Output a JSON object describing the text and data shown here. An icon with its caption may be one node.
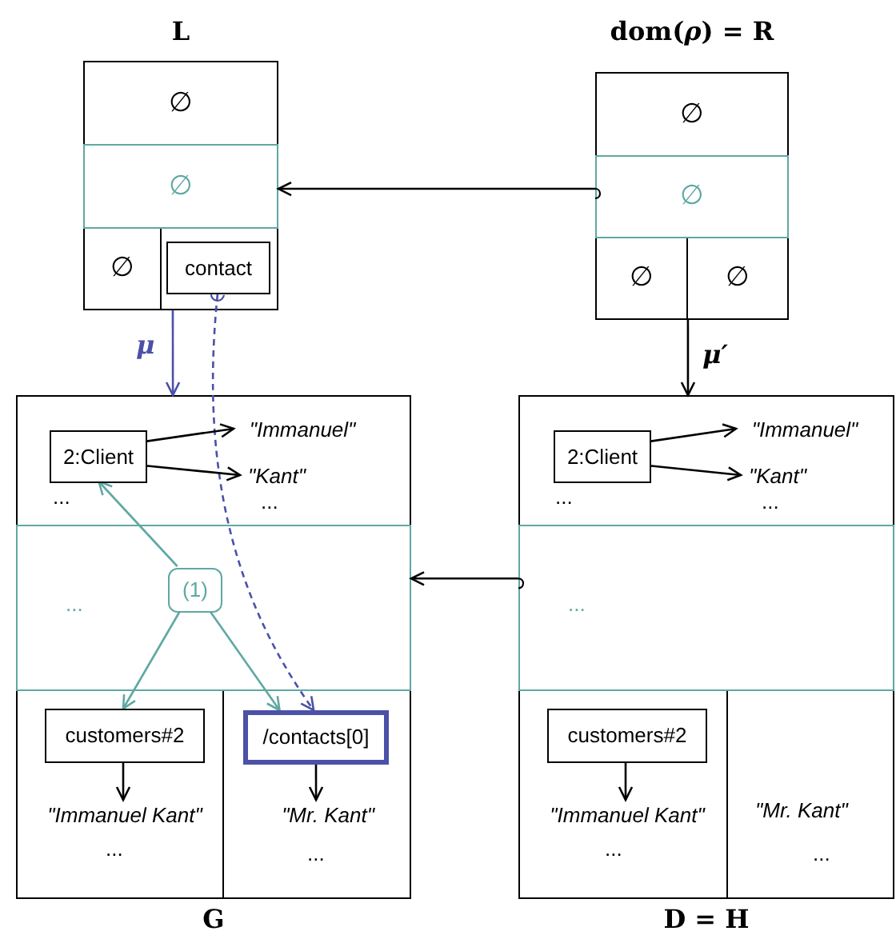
{
  "diagram": {
    "nodes": [
      {
        "text": [
          "L"
        ]
      },
      {
        "text": [
          "∅"
        ],
        "in": 0
      },
      {
        "text": [
          "∅"
        ],
        "in": 0
      },
      {
        "text": [
          "∅"
        ],
        "in": 0
      },
      {
        "text": [],
        "shape": "box",
        "in": 0
      },
      {
        "text": [
          "contact"
        ],
        "in": 4
      },
      {
        "text": [
          "dom(*ρ*) = R"
        ]
      },
      {
        "text": [
          "∅"
        ],
        "in": 6
      },
      {
        "text": [
          "∅"
        ],
        "in": 6
      },
      {
        "text": [
          "∅"
        ],
        "in": 6
      },
      {
        "text": [
          "∅"
        ],
        "in": 6
      },
      {
        "text": [
          "G"
        ]
      },
      {
        "text": [
          "...",
          "..."
        ],
        "in": 11
      },
      {
        "text": [
          "2:Client"
        ],
        "in": 12
      },
      {
        "text": [
          "\"Immanuel\""
        ],
        "in": 12
      },
      {
        "text": [
          "\"Kant\""
        ],
        "in": 12
      },
      {
        "text": [
          "..."
        ],
        "in": 11
      },
      {
        "text": [
          "(1)"
        ],
        "in": 16
      },
      {
        "text": [
          "..."
        ],
        "in": 11
      },
      {
        "text": [
          "customers#2"
        ],
        "in": 18
      },
      {
        "text": [
          "\"Immanuel Kant\""
        ],
        "in": 18
      },
      {
        "text": [
          "..."
        ],
        "in": 11
      },
      {
        "text": [
          "/contacts[0]"
        ],
        "in": 21
      },
      {
        "text": [
          "\"Mr. Kant\""
        ],
        "in": 21
      },
      {
        "text": [
          "D = H"
        ]
      },
      {
        "text": [
          "...",
          "..."
        ],
        "in": 24
      },
      {
        "text": [
          "2:Client"
        ],
        "in": 25
      },
      {
        "text": [
          "\"Immanuel\""
        ],
        "in": 25
      },
      {
        "text": [
          "\"Kant\""
        ],
        "in": 25
      },
      {
        "text": [
          "..."
        ],
        "in": 24
      },
      {
        "text": [
          "..."
        ],
        "in": 24
      },
      {
        "text": [
          "customers#2"
        ],
        "in": 30
      },
      {
        "text": [
          "\"Immanuel Kant\""
        ],
        "in": 30
      },
      {
        "text": [
          "\"Mr. Kant\"",
          "..."
        ],
        "in": 24
      }
    ],
    "edges": [
      {
        "from": 6,
        "to": 0,
        "arrow": "to"
      },
      {
        "from": 24,
        "to": 11,
        "arrow": "to"
      },
      {
        "from": 0,
        "to": 11,
        "arrow": "to",
        "label": "μ",
        "color": "#4b50a8"
      },
      {
        "from": 6,
        "to": 24,
        "arrow": "to",
        "label": "μ′"
      },
      {
        "from": 5,
        "to": 22,
        "arrow": "to",
        "style": "dashed",
        "color": "#4b50a8"
      },
      {
        "from": 13,
        "to": 14,
        "arrow": "to"
      },
      {
        "from": 13,
        "to": 15,
        "arrow": "to"
      },
      {
        "from": 17,
        "to": 13,
        "arrow": "to",
        "color": "#5fa8a3"
      },
      {
        "from": 17,
        "to": 19,
        "arrow": "to",
        "color": "#5fa8a3"
      },
      {
        "from": 17,
        "to": 22,
        "arrow": "to",
        "color": "#5fa8a3"
      },
      {
        "from": 19,
        "to": 20,
        "arrow": "to"
      },
      {
        "from": 22,
        "to": 23,
        "arrow": "to"
      },
      {
        "from": 26,
        "to": 27,
        "arrow": "to"
      },
      {
        "from": 26,
        "to": 28,
        "arrow": "to"
      },
      {
        "from": 31,
        "to": 32,
        "arrow": "to"
      }
    ]
  }
}
